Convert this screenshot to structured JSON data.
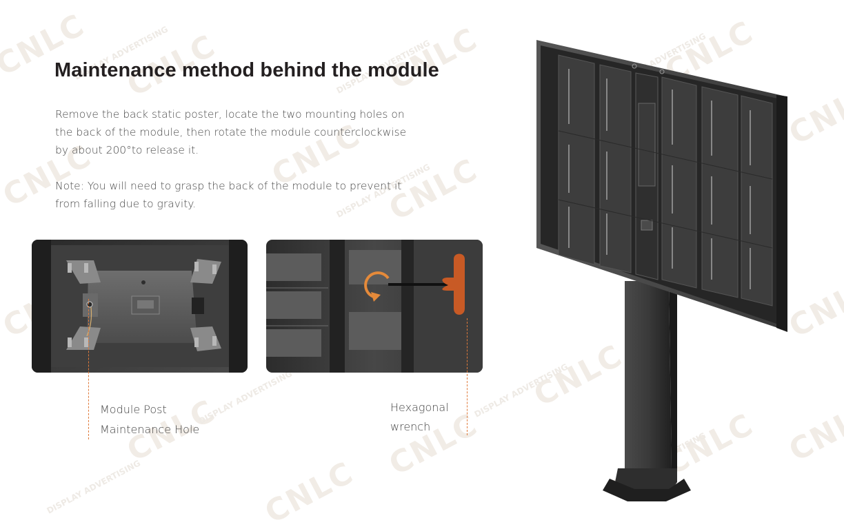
{
  "page": {
    "title": "Maintenance method behind the module",
    "paragraph1": "Remove the back static poster, locate the two mounting holes on the back of the module, then rotate the module counterclockwise by about 200°to release it.",
    "paragraph2": "Note: You will need to grasp the back of the module to prevent it from falling due to gravity."
  },
  "captions": {
    "left_line1": "Module Post",
    "left_line2": "Maintenance Hole",
    "right_line1": "Hexagonal",
    "right_line2": "wrench"
  },
  "colors": {
    "accent": "#e07a3a",
    "wrench": "#c85a25",
    "title": "#231f20",
    "photo_bg": "#3b3b3b"
  },
  "icons": {
    "rotate": "counterclockwise-arrow-icon"
  }
}
